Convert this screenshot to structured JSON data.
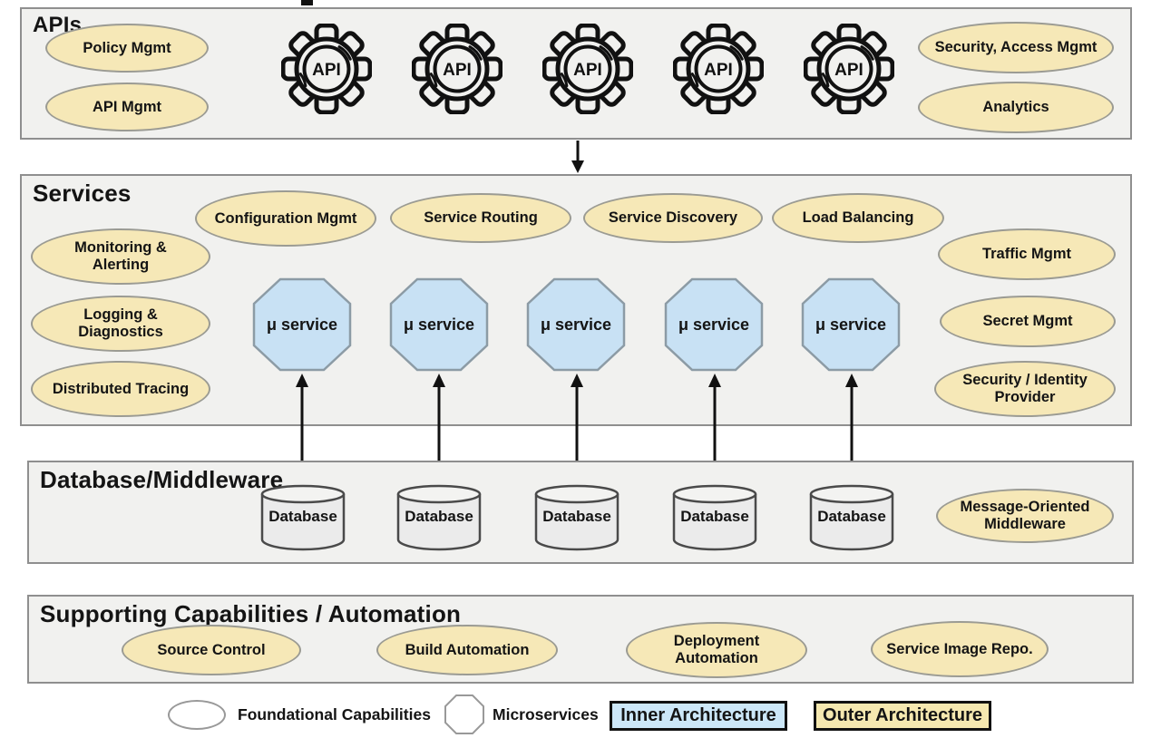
{
  "apis": {
    "title": "APIs",
    "gear_label": "API",
    "left_ovals": [
      "Policy Mgmt",
      "API Mgmt"
    ],
    "right_ovals": [
      "Security, Access Mgmt",
      "Analytics"
    ]
  },
  "services": {
    "title": "Services",
    "microservice_label": "μ service",
    "top_ovals": [
      "Configuration Mgmt",
      "Service Routing",
      "Service Discovery",
      "Load Balancing"
    ],
    "left_ovals": [
      "Monitoring & Alerting",
      "Logging & Diagnostics",
      "Distributed Tracing"
    ],
    "right_ovals": [
      "Traffic Mgmt",
      "Secret Mgmt",
      "Security / Identity Provider"
    ]
  },
  "middleware": {
    "title": "Database/Middleware",
    "database_label": "Database",
    "oval": "Message-Oriented Middleware"
  },
  "supporting": {
    "title": "Supporting Capabilities / Automation",
    "ovals": [
      "Source Control",
      "Build Automation",
      "Deployment Automation",
      "Service Image Repo."
    ]
  },
  "legend": {
    "oval_label": "Foundational Capabilities",
    "octagon_label": "Microservices",
    "inner_label": "Inner Architecture",
    "outer_label": "Outer Architecture"
  },
  "colors": {
    "capability_fill": "#F6E8B7",
    "capability_stroke": "#9B9B93",
    "microservice_fill": "#C8E1F4",
    "layer_fill": "#F1F1EF",
    "inner_box_fill": "#CCE7F8",
    "outer_box_fill": "#F5E8B0"
  }
}
